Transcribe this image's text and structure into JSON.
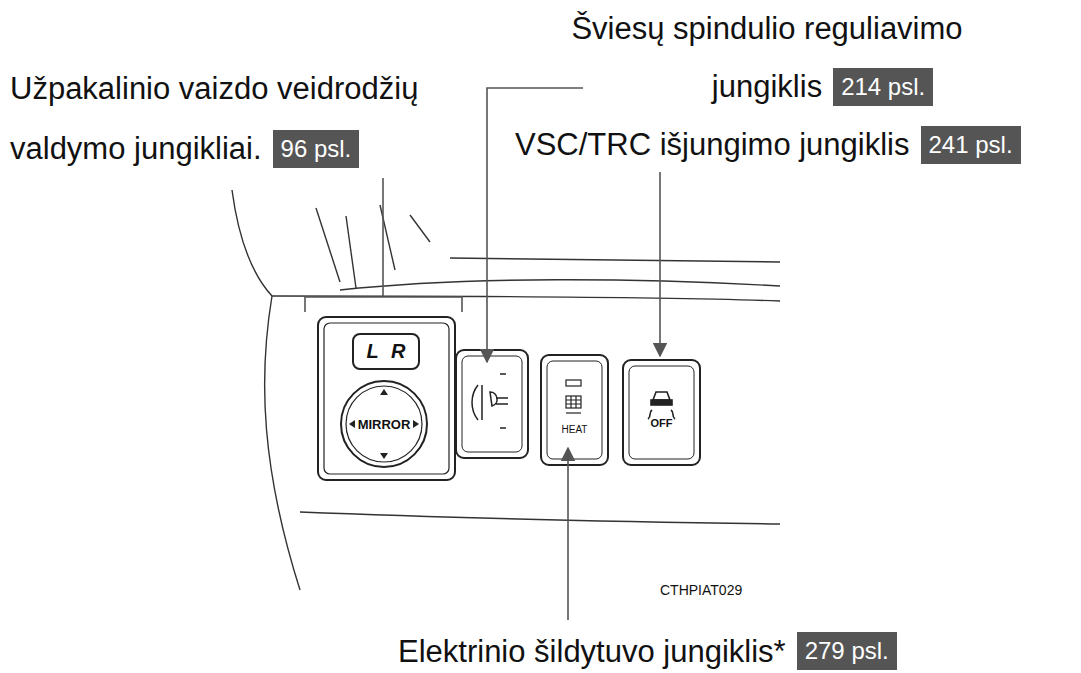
{
  "diagram": {
    "nodes": [
      {
        "text": [
          "214 psl."
        ]
      },
      {
        "text": [
          "96 psl."
        ]
      },
      {
        "text": [
          "241 psl."
        ]
      },
      {
        "text": [
          "L",
          "R"
        ]
      },
      {
        "text": [
          "MIRROR"
        ]
      },
      {
        "text": [
          "HEAT"
        ]
      },
      {
        "text": [
          "OFF"
        ]
      },
      {
        "text": [
          "279 psl."
        ]
      }
    ],
    "labels": [
      "Šviesų spindulio reguliavimo jungiklis",
      "Užpakalinio vaizdo veidrodžių valdymo jungikliai.",
      "VSC/TRC išjungimo jungiklis",
      "CTHPIAT029",
      "Elektrinio šildytuvo jungiklis*"
    ]
  }
}
